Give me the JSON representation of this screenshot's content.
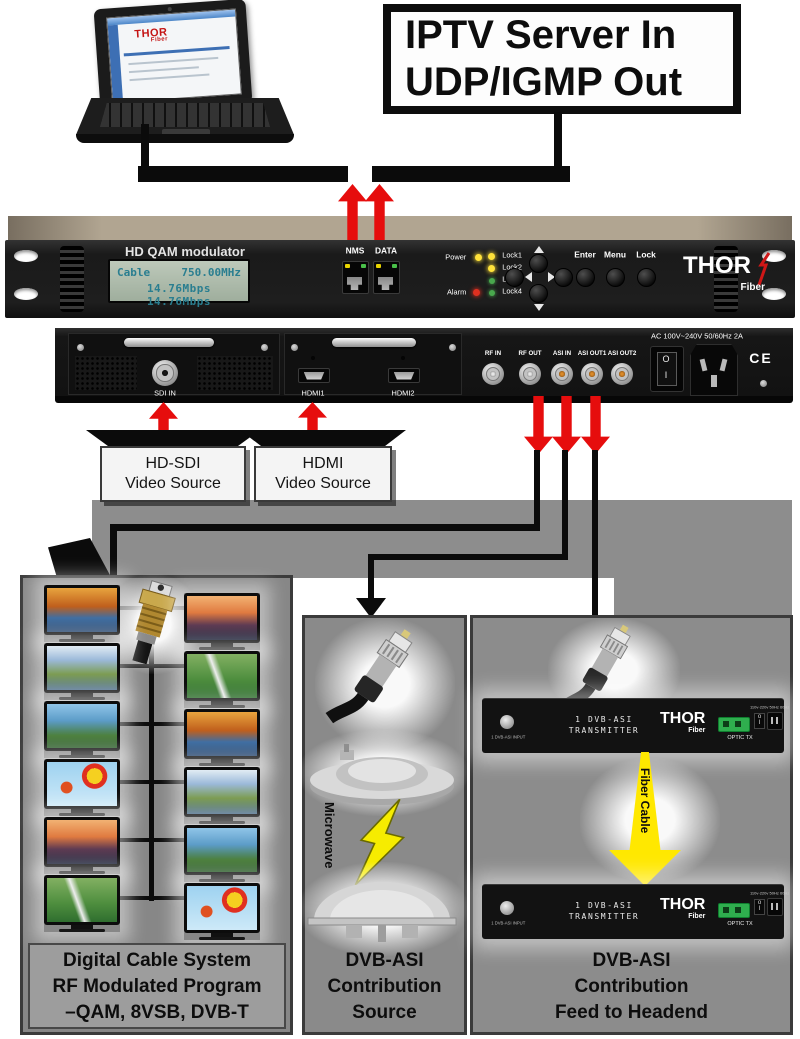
{
  "iptv_box": {
    "line1": "IPTV  Server In",
    "line2": "UDP/IGMP Out"
  },
  "laptop": {
    "brand": "THOR",
    "brand_sub": "Fiber"
  },
  "front_panel": {
    "model": "HD QAM modulator",
    "lcd_line1_left": "Cable",
    "lcd_line1_right": "750.00MHz",
    "lcd_line2": "14.76Mbps 14.76Mbps",
    "port_nms": "NMS",
    "port_data": "DATA",
    "led_power": "Power",
    "led_alarm": "Alarm",
    "led_lock1": "Lock1",
    "led_lock2": "Lock2",
    "led_lock3": "Lock3",
    "led_lock4": "Lock4",
    "btn_enter": "Enter",
    "btn_menu": "Menu",
    "btn_lock": "Lock",
    "brand": "THOR",
    "brand_sub": "Fiber"
  },
  "rear_panel": {
    "sdi": "SDI IN",
    "hdmi1": "HDMI1",
    "hdmi2": "HDMI2",
    "rf_in": "RF IN",
    "rf_out": "RF OUT",
    "asi_in": "ASI IN",
    "asi_out1": "ASI OUT1",
    "asi_out2": "ASI OUT2",
    "ac": "AC 100V~240V 50/60Hz 2A",
    "ce": "CE",
    "sw_off": "O",
    "sw_on": "I"
  },
  "sources": {
    "sdi_line1": "HD-SDI",
    "sdi_line2": "Video Source",
    "hdmi_line1": "HDMI",
    "hdmi_line2": "Video Source"
  },
  "left_panel": {
    "caption1": "Digital Cable System",
    "caption2": "RF Modulated Program",
    "caption3": "–QAM, 8VSB, DVB-T",
    "tv_scenes": [
      "autumn",
      "city",
      "mountain",
      "baseball",
      "lake",
      "autumn",
      "balloon",
      "mountain",
      "city",
      "lake",
      "baseball",
      "balloon"
    ]
  },
  "middle_panel": {
    "caption1": "DVB-ASI",
    "caption2": "Contribution",
    "caption3": "Source",
    "link_label": "Microwave"
  },
  "right_panel": {
    "caption1": "DVB-ASI",
    "caption2": "Contribution",
    "caption3": "Feed to Headend",
    "link_label": "Fiber Cable",
    "transmitter": {
      "line1": "1 DVB-ASI",
      "line2": "TRANSMITTER",
      "brand": "THOR",
      "brand_sub": "Fiber",
      "optic": "OPTIC TX",
      "input_label": "1 DVB-ASI INPUT",
      "ac_label": "110v-220v 50Hz 60Hz"
    }
  },
  "colors": {
    "arrow_red": "#e60d0d",
    "fiber_yellow": "#ffe800",
    "lcd_text": "#2a7e90",
    "optic_green": "#2fae4e"
  }
}
